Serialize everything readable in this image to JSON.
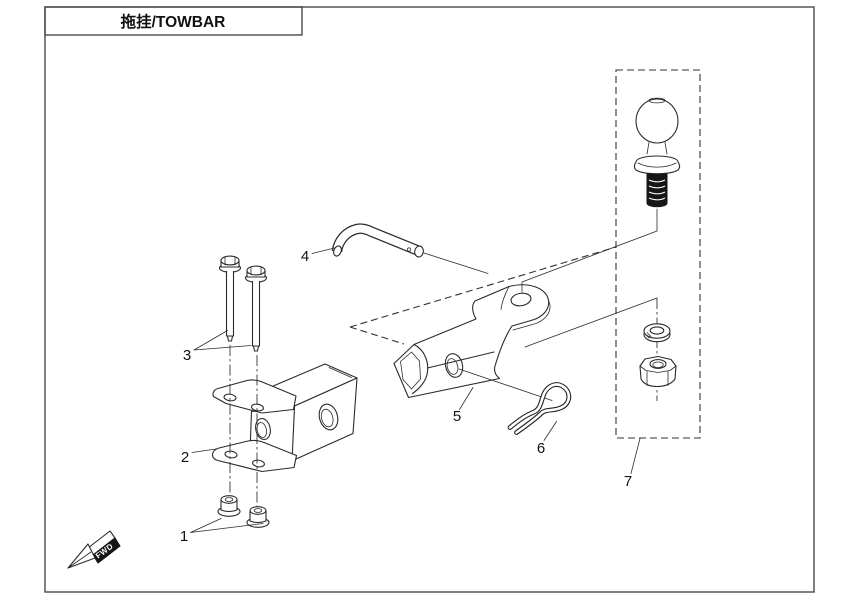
{
  "title": {
    "text": "拖挂/TOWBAR"
  },
  "direction_marker": {
    "label": "FWD"
  },
  "callouts": [
    {
      "label": "1"
    },
    {
      "label": "2"
    },
    {
      "label": "3"
    },
    {
      "label": "4"
    },
    {
      "label": "5"
    },
    {
      "label": "6"
    },
    {
      "label": "7"
    }
  ],
  "colors": {
    "line": "#2b2b2b",
    "border": "#4a4a4a",
    "background": "#ffffff",
    "shaft_fill": "#161616",
    "fwd_panel": "#141414"
  }
}
